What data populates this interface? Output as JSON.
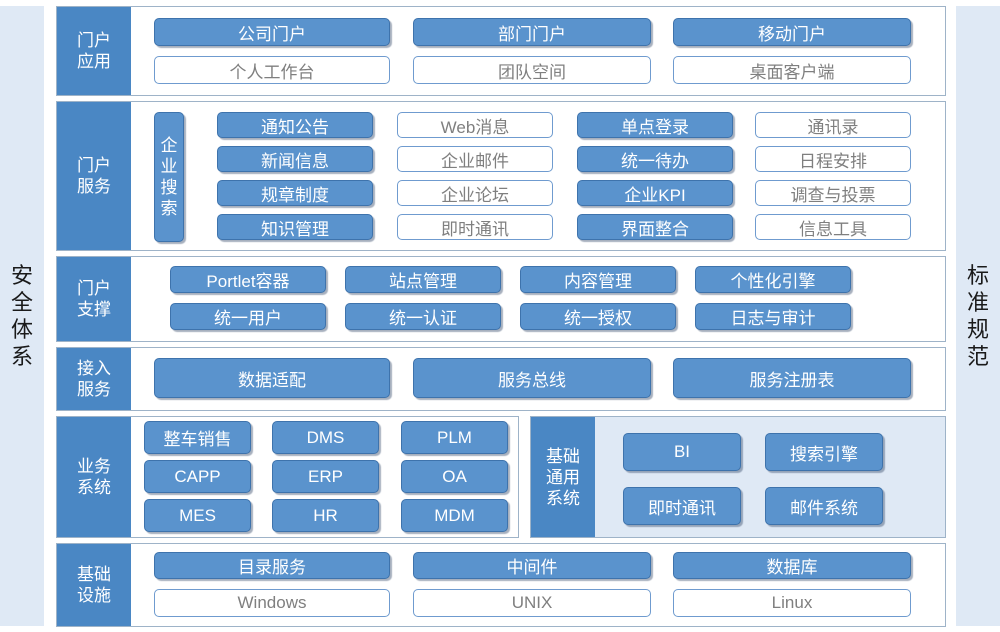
{
  "sides": {
    "left": [
      "安",
      "全",
      "体",
      "系"
    ],
    "right": [
      "标",
      "准",
      "规",
      "范"
    ]
  },
  "layers": {
    "portal_app": {
      "label": "门户\n应用",
      "solid": [
        "公司门户",
        "部门门户",
        "移动门户"
      ],
      "outline": [
        "个人工作台",
        "团队空间",
        "桌面客户端"
      ]
    },
    "portal_service": {
      "label": "门户\n服务",
      "search_chars": [
        "企",
        "业",
        "搜",
        "索"
      ],
      "col1": [
        "通知公告",
        "新闻信息",
        "规章制度",
        "知识管理"
      ],
      "col2": [
        "Web消息",
        "企业邮件",
        "企业论坛",
        "即时通讯"
      ],
      "col3": [
        "单点登录",
        "统一待办",
        "企业KPI",
        "界面整合"
      ],
      "col4": [
        "通讯录",
        "日程安排",
        "调查与投票",
        "信息工具"
      ]
    },
    "portal_support": {
      "label": "门户\n支撑",
      "row1": [
        "Portlet容器",
        "站点管理",
        "内容管理",
        "个性化引擎"
      ],
      "row2": [
        "统一用户",
        "统一认证",
        "统一授权",
        "日志与审计"
      ]
    },
    "access_service": {
      "label": "接入\n服务",
      "items": [
        "数据适配",
        "服务总线",
        "服务注册表"
      ]
    },
    "business": {
      "label": "业务\n系统",
      "grid": [
        "整车销售",
        "DMS",
        "PLM",
        "CAPP",
        "ERP",
        "OA",
        "MES",
        "HR",
        "MDM"
      ],
      "general_label": "基础\n通用\n系统",
      "general": [
        "BI",
        "搜索引擎",
        "即时通讯",
        "邮件系统"
      ]
    },
    "infrastructure": {
      "label": "基础\n设施",
      "solid": [
        "目录服务",
        "中间件",
        "数据库"
      ],
      "outline": [
        "Windows",
        "UNIX",
        "Linux"
      ]
    }
  }
}
